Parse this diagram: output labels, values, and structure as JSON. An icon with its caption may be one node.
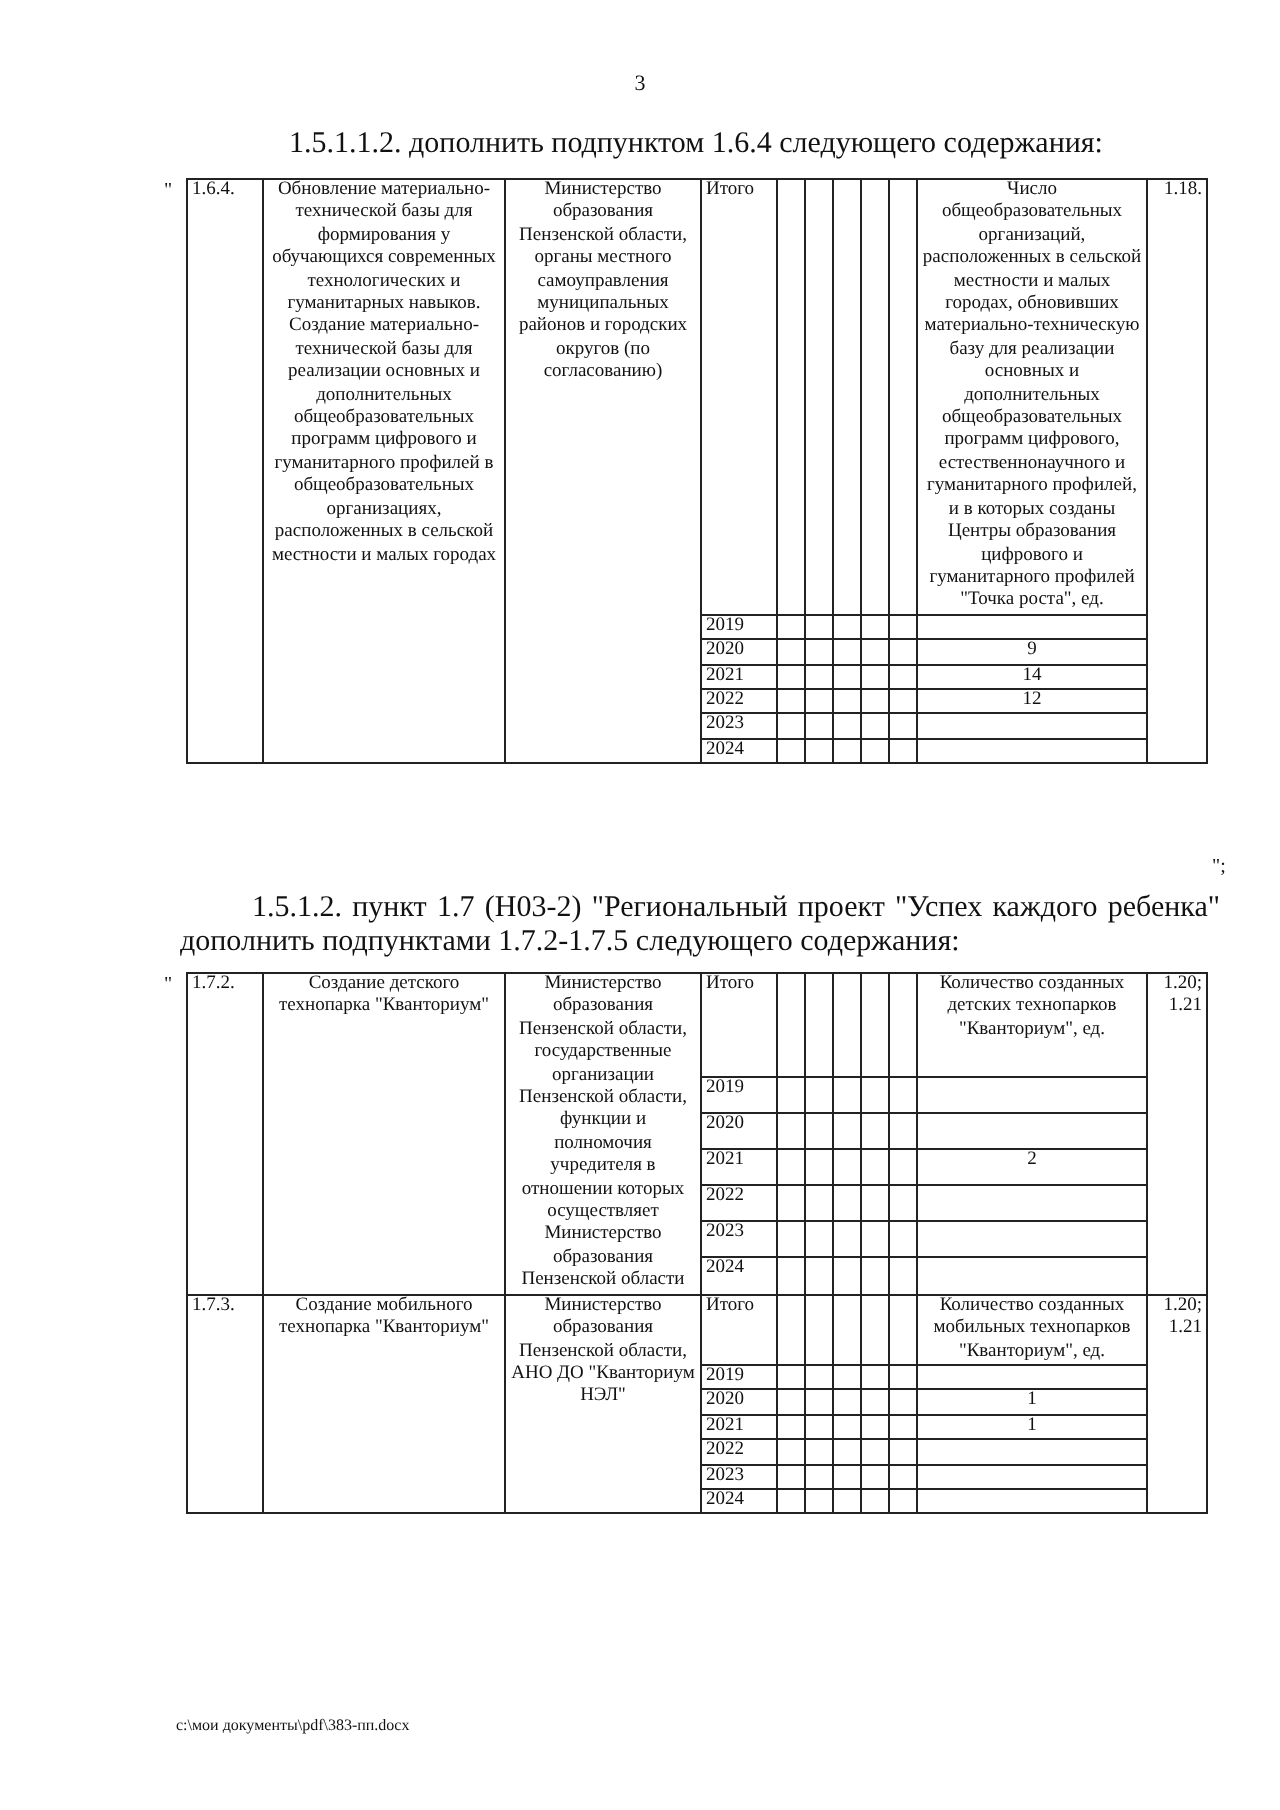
{
  "diagram": {
    "labels": [
      "3",
      "1.5.1.1.2. дополнить подпунктом 1.6.4 следующего содержания:",
      "\"",
      "1.6.4.",
      "Обновление материально-технической базы для формирования у обучающихся современных технологических и гуманитарных навыков. Создание материально-технической базы для реализации основных и дополнительных общеобразовательных программ цифрового и гуманитарного профилей в общеобразовательных организациях, расположенных в сельской местности и малых городах",
      "Министерство образования Пензенской области, органы местного самоуправления муниципальных районов и городских округов (по согласованию)",
      "Итого",
      "Число общеобразовательных организаций, расположенных в сельской местности и малых городах, обновивших материально-техническую базу для реализации основных и дополнительных общеобразовательных программ цифрового, естественнонаучного и гуманитарного профилей, и в которых созданы Центры образования цифрового и гуманитарного профилей \"Точка роста\", ед.",
      "1.18.",
      "2019",
      "2020",
      "9",
      "2021",
      "14",
      "2022",
      "12",
      "2023",
      "2024",
      "\";",
      "1.5.1.2. пункт 1.7 (Н03-2) \"Региональный проект \"Успех каждого ребенка\" дополнить подпунктами 1.7.2-1.7.5 следующего содержания:",
      "\"",
      "1.7.2.",
      "Создание детского технопарка \"Кванториум\"",
      "Министерство образования Пензенской области, государственные организации Пензенской области, функции и полномочия учредителя в отношении которых осуществляет Министерство образования Пензенской области",
      "Итого",
      "Количество созданных детских технопарков \"Кванториум\", ед.",
      "1.20; 1.21",
      "2019",
      "2020",
      "2021",
      "2",
      "2022",
      "2023",
      "2024",
      "1.7.3.",
      "Создание мобильного технопарка \"Кванториум\"",
      "Министерство образования Пензенской области, АНО ДО \"Кванториум НЭЛ\"",
      "Итого",
      "Количество созданных мобильных технопарков \"Кванториум\", ед.",
      "1.20; 1.21",
      "2019",
      "2020",
      "1",
      "2021",
      "1",
      "2022",
      "2023",
      "2024",
      "c:\\мои документы\\pdf\\383-пп.docx"
    ]
  }
}
